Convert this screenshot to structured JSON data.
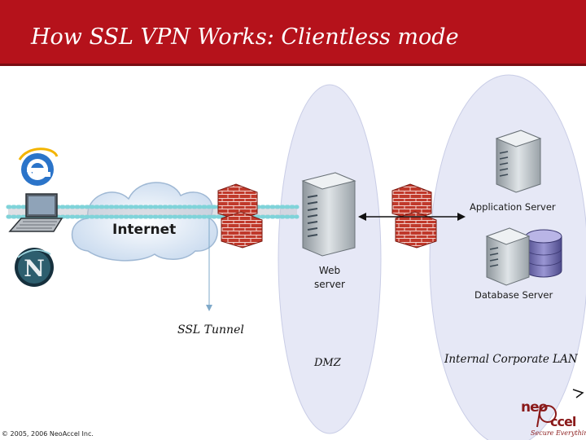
{
  "title": "How SSL VPN Works: Clientless mode",
  "labels": {
    "internet": "Internet",
    "web_server": "Web\nserver",
    "application_server": "Application Server",
    "database_server": "Database Server",
    "ssl_tunnel": "SSL Tunnel",
    "dmz": "DMZ",
    "internal_lan": "Internal Corporate LAN"
  },
  "logo": {
    "text_top": "neo",
    "text_bottom": "ccel",
    "tagline": "Secure Everything"
  },
  "copyright": "© 2005, 2006 NeoAccel Inc.",
  "colors": {
    "title_bar": "#b5121b",
    "zone_fill": "#e6e8f6",
    "firewall": "#c0392b",
    "cloud": "#dbe7f5",
    "tunnel_dots": "#7fd3d9"
  },
  "icons": [
    "browser-e-icon",
    "laptop-icon",
    "netscape-n-icon",
    "firewall-icon",
    "server-icon",
    "database-icon"
  ]
}
